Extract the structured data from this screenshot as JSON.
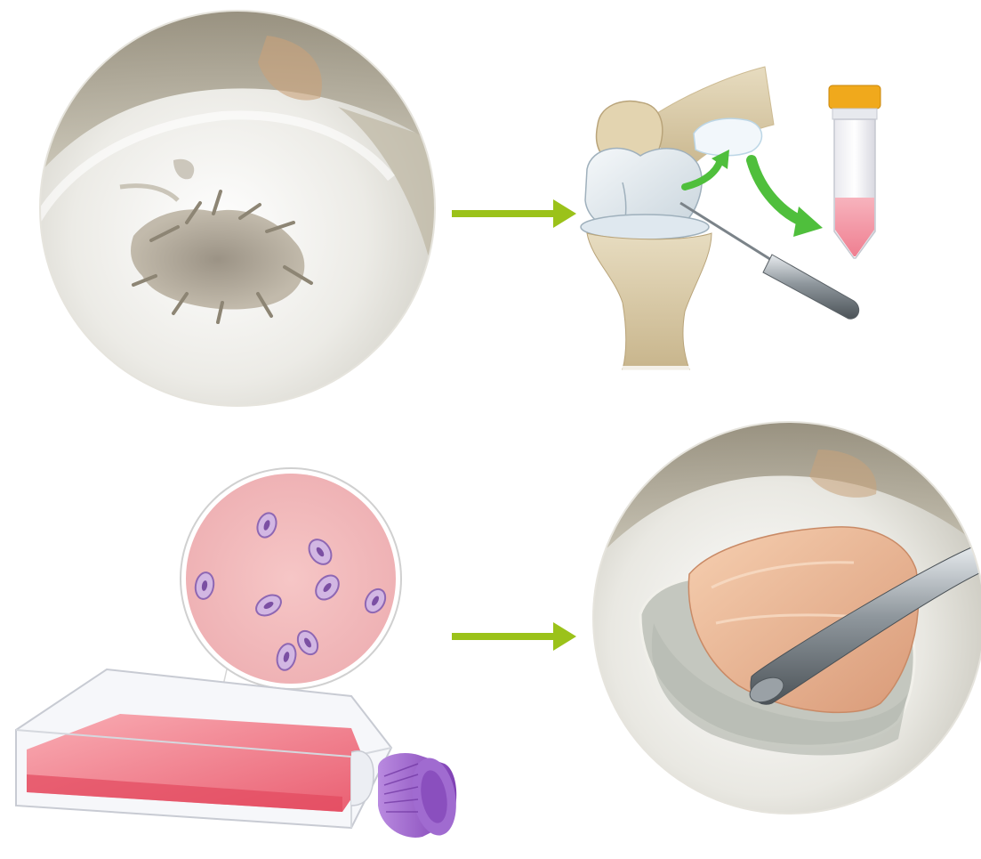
{
  "figure": {
    "panels": [
      {
        "id": "cartilage-defect",
        "icon": "damaged-cartilage-arthroscopic-view"
      },
      {
        "id": "cartilage-harvest",
        "icon": "knee-joint-biopsy-to-tube"
      },
      {
        "id": "cell-culture",
        "icon": "culture-flask-with-magnified-chondrocytes"
      },
      {
        "id": "implantation",
        "icon": "arthroscopic-implant-placement"
      }
    ],
    "arrows": [
      {
        "from": "cartilage-defect",
        "to": "cartilage-harvest",
        "icon": "right-arrow-icon"
      },
      {
        "from": "cell-culture",
        "to": "implantation",
        "icon": "right-arrow-icon"
      }
    ],
    "colors": {
      "arrow": "#9bc21a",
      "cartilage": "#ecebe6",
      "bone": "#d9c8a1",
      "culture_medium": "#ef8a93",
      "cap": "#9a5cc7",
      "tube_cap": "#f0a91c",
      "implant": "#e9b48f",
      "cells": "#b08ac8",
      "curved_arrow": "#4fbf3c"
    }
  }
}
